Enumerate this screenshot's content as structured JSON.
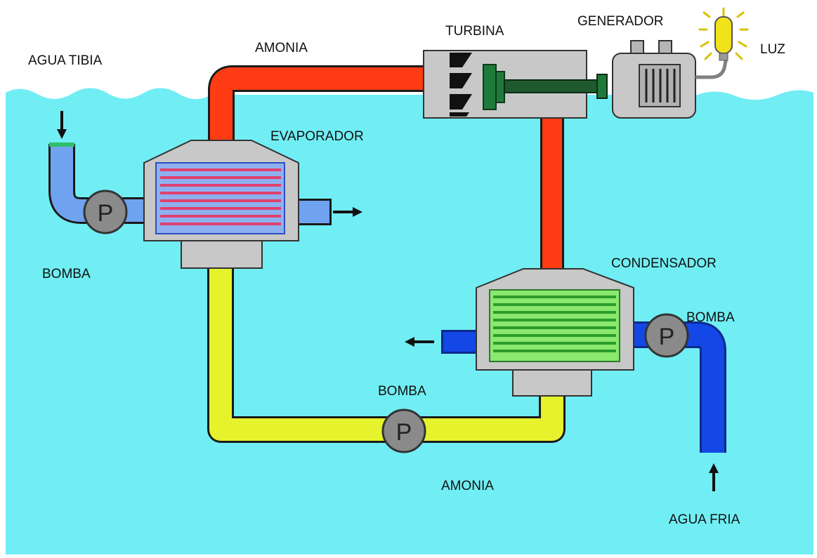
{
  "labels": {
    "agua_tibia": "AGUA TIBIA",
    "amonia_top": "AMONIA",
    "turbina": "TURBINA",
    "generador": "GENERADOR",
    "luz": "LUZ",
    "evaporador": "EVAPORADOR",
    "bomba_left": "BOMBA",
    "condensador": "CONDENSADOR",
    "bomba_right": "BOMBA",
    "bomba_bottom": "BOMBA",
    "amonia_bottom": "AMONIA",
    "agua_fria": "AGUA FRIA"
  },
  "pumps": {
    "symbol": "P"
  },
  "colors": {
    "water": "#70eef4",
    "hot_ammonia_pipe": "#ff3c14",
    "liquid_ammonia_pipe": "#e6f22c",
    "warm_water_pipe": "#6fa3f0",
    "cold_water_pipe": "#1347e6",
    "evaporator_coils": "#e0406e",
    "condenser_coils": "#2c9c2c",
    "equipment_gray": "#c8c8c8",
    "shaft_green": "#1e5a2e",
    "lamp_yellow": "#f2e21c"
  }
}
